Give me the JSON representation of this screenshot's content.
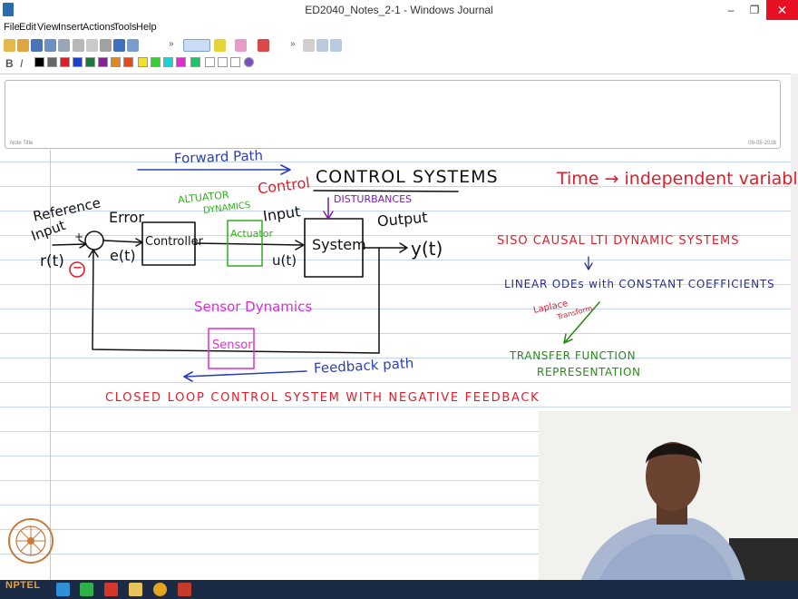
{
  "window": {
    "title": "ED2040_Notes_2-1 - Windows Journal"
  },
  "menu": {
    "items": [
      "File",
      "Edit",
      "View",
      "Insert",
      "Actions",
      "Tools",
      "Help"
    ]
  },
  "toolbar2": {
    "bold_label": "B",
    "italic_label": "I"
  },
  "note": {
    "title_label": "Note Title",
    "date": "09-05-2018"
  },
  "ink": {
    "forward_path": "Forward Path",
    "heading": "CONTROL SYSTEMS",
    "control": "Control",
    "actuator_dynamics_1": "ALTUATOR",
    "actuator_dynamics_2": "DYNAMICS",
    "disturbances": "DISTURBANCES",
    "reference_1": "Reference",
    "reference_2": "Input",
    "error": "Error",
    "input": "Input",
    "output": "Output",
    "r_t": "r(t)",
    "plus": "+",
    "minus": "−",
    "e_t": "e(t)",
    "controller": "Controller",
    "actuator": "Actuator",
    "system": "System",
    "u_t": "u(t)",
    "y_t": "y(t)",
    "sensor_dynamics": "Sensor Dynamics",
    "sensor": "Sensor",
    "feedback_path": "Feedback path",
    "closed_loop": "CLOSED LOOP CONTROL SYSTEM WITH NEGATIVE FEEDBACK",
    "time_note": "Time → independent variable.",
    "siso": "SISO CAUSAL LTI DYNAMIC SYSTEMS",
    "linear": "LINEAR ODEs with CONSTANT COEFFICIENTS",
    "laplace_1": "Laplace",
    "laplace_2": "Transform",
    "tf_1": "TRANSFER FUNCTION",
    "tf_2": "REPRESENTATION"
  },
  "taskbar": {
    "logo_text": "NPTEL"
  },
  "colors": {
    "blue": "#2a3fb7",
    "red": "#e11d2a",
    "green": "#2fae1d",
    "magenta": "#e02cd0",
    "purple": "#7a1fa0"
  }
}
